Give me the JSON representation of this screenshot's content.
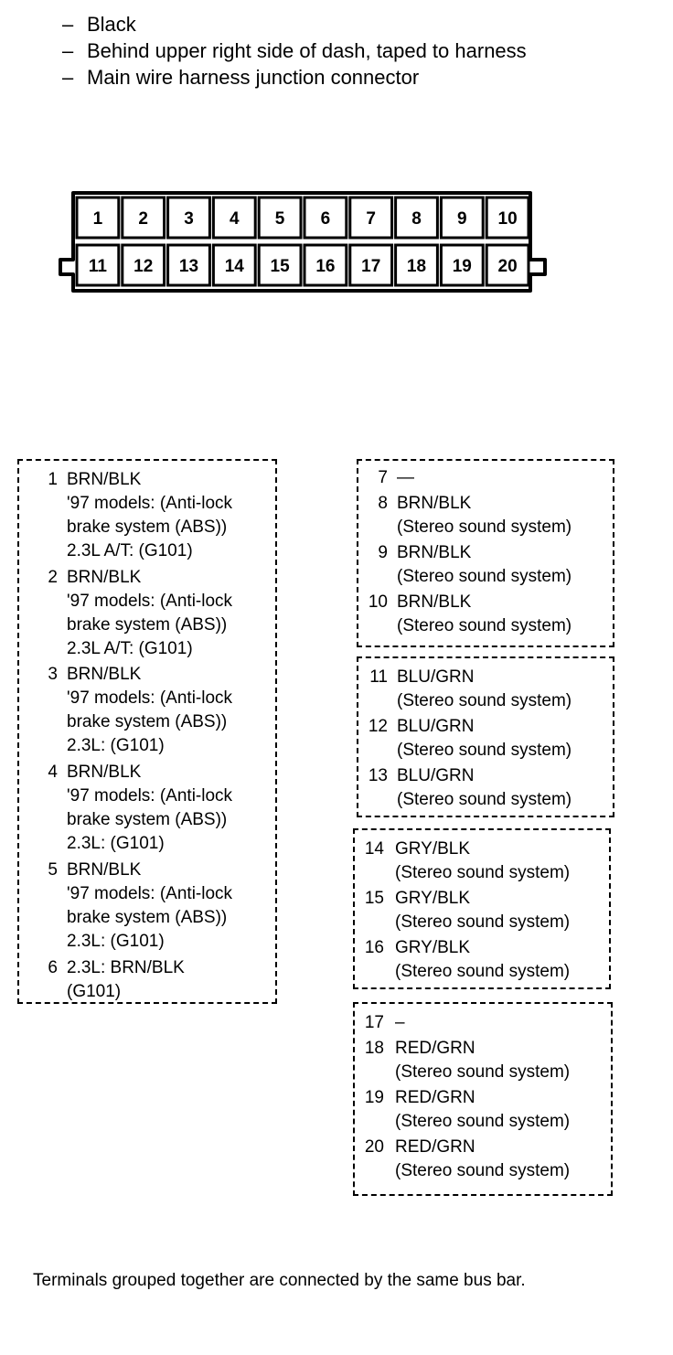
{
  "header": {
    "dash": "–",
    "lines": [
      "Black",
      "Behind upper right side of dash, taped to harness",
      "Main wire harness junction connector"
    ]
  },
  "connector": {
    "top_row": [
      "1",
      "2",
      "3",
      "4",
      "5",
      "6",
      "7",
      "8",
      "9",
      "10"
    ],
    "bottom_row": [
      "11",
      "12",
      "13",
      "14",
      "15",
      "16",
      "17",
      "18",
      "19",
      "20"
    ]
  },
  "groups": [
    {
      "terminals": [
        {
          "num": "1",
          "lines": [
            "BRN/BLK",
            "'97 models: (Anti-lock",
            "brake system (ABS))",
            "2.3L A/T: (G101)"
          ]
        },
        {
          "num": "2",
          "lines": [
            "BRN/BLK",
            "'97 models: (Anti-lock",
            "brake system (ABS))",
            "2.3L A/T: (G101)"
          ]
        },
        {
          "num": "3",
          "lines": [
            "BRN/BLK",
            "'97 models: (Anti-lock",
            "brake system (ABS))",
            "2.3L: (G101)"
          ]
        },
        {
          "num": "4",
          "lines": [
            "BRN/BLK",
            "'97 models: (Anti-lock",
            "brake system (ABS))",
            "2.3L: (G101)"
          ]
        },
        {
          "num": "5",
          "lines": [
            "BRN/BLK",
            "'97 models: (Anti-lock",
            "brake system (ABS))",
            "2.3L: (G101)"
          ]
        },
        {
          "num": "6",
          "lines": [
            "2.3L: BRN/BLK",
            "(G101)"
          ]
        }
      ]
    },
    {
      "terminals": [
        {
          "num": "7",
          "lines": [
            "—"
          ]
        },
        {
          "num": "8",
          "lines": [
            "BRN/BLK",
            "(Stereo sound system)"
          ]
        },
        {
          "num": "9",
          "lines": [
            "BRN/BLK",
            "(Stereo sound system)"
          ]
        },
        {
          "num": "10",
          "lines": [
            "BRN/BLK",
            "(Stereo sound system)"
          ]
        }
      ]
    },
    {
      "terminals": [
        {
          "num": "11",
          "lines": [
            "BLU/GRN",
            "(Stereo sound system)"
          ]
        },
        {
          "num": "12",
          "lines": [
            "BLU/GRN",
            "(Stereo sound system)"
          ]
        },
        {
          "num": "13",
          "lines": [
            "BLU/GRN",
            "(Stereo sound system)"
          ]
        }
      ]
    },
    {
      "terminals": [
        {
          "num": "14",
          "lines": [
            "GRY/BLK",
            "(Stereo sound system)"
          ]
        },
        {
          "num": "15",
          "lines": [
            "GRY/BLK",
            "(Stereo sound system)"
          ]
        },
        {
          "num": "16",
          "lines": [
            "GRY/BLK",
            "(Stereo sound system)"
          ]
        }
      ]
    },
    {
      "terminals": [
        {
          "num": "17",
          "lines": [
            "–"
          ]
        },
        {
          "num": "18",
          "lines": [
            "RED/GRN",
            "(Stereo sound system)"
          ]
        },
        {
          "num": "19",
          "lines": [
            "RED/GRN",
            "(Stereo sound system)"
          ]
        },
        {
          "num": "20",
          "lines": [
            "RED/GRN",
            "(Stereo sound system)"
          ]
        }
      ]
    }
  ],
  "footer": "Terminals grouped together are connected by the same bus bar."
}
